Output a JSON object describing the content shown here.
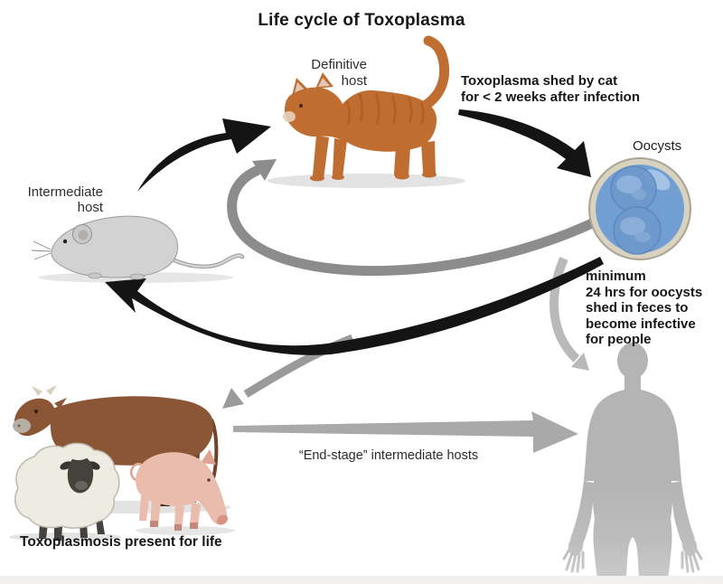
{
  "title": "Life cycle of Toxoplasma",
  "labels": {
    "definitive_host": {
      "line1": "Definitive",
      "line2": "host"
    },
    "intermediate_host": {
      "line1": "Intermediate",
      "line2": "host"
    },
    "oocysts": "Oocysts"
  },
  "annotations": {
    "shed_by_cat": {
      "line1": "Toxoplasma shed by cat",
      "line2": "for < 2 weeks after infection"
    },
    "oocyst_infective": {
      "line1": "minimum",
      "line2": "24 hrs for oocysts",
      "line3": "shed in feces to",
      "line4": "become infective",
      "line5": "for people"
    },
    "end_stage": "“End-stage” intermediate hosts",
    "present_for_life": "Toxoplasmosis present for life"
  },
  "figures": {
    "cat": "orange-tabby-cat",
    "mouse": "gray-mouse",
    "oocyst": "oocyst-with-two-sporocysts",
    "cow": "brown-cow",
    "sheep": "black-faced-sheep",
    "pig": "pink-pig",
    "human": "human-silhouette"
  },
  "colors": {
    "arrow_black": "#141414",
    "arrow_gray": "#8c8c8c",
    "arrow_gray_branch": "#9a9a9a",
    "arrow_light_gray": "#b9b9b9",
    "arrow_end_stage": "#a9a9a9",
    "cat": "#bf6d31",
    "mouse": "#d2d2d2",
    "cow": "#8a5636",
    "sheep_wool": "#edebe2",
    "sheep_face": "#45413d",
    "pig": "#e9bcae",
    "human": "#b4b4b4",
    "oocyst_rim": "#d8d2bf",
    "oocyst_fill": "#729fd3",
    "sporocyst": "#6d99cc",
    "footer_bar": "#f1f0ee",
    "text": "#161616"
  }
}
